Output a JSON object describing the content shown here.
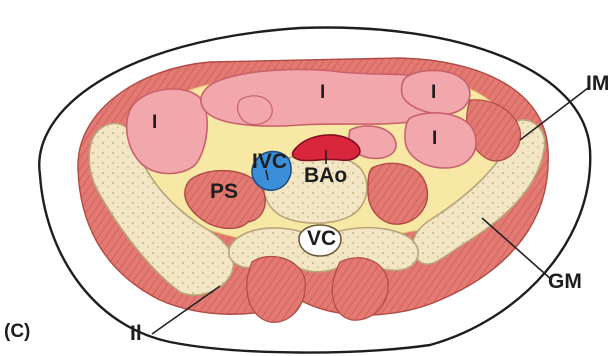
{
  "panel_label": "(C)",
  "labels": {
    "i_left": "I",
    "i_top": "I",
    "i_right_top": "I",
    "i_right_mid": "I",
    "ivc": "IVC",
    "bao": "BAo",
    "ps": "PS",
    "vc": "VC",
    "im": "IM",
    "gm": "GM",
    "il": "Il"
  },
  "colors": {
    "skin_outline": "#1e1e1e",
    "muscle": "#e27a73",
    "muscle_dark": "#c9544d",
    "intestine": "#f2a7ad",
    "intestine_edge": "#c9616b",
    "fat": "#f7e8a6",
    "bone": "#f3e6c4",
    "bone_edge": "#b9a57a",
    "ivc": "#3b8fd8",
    "aorta": "#d8263c"
  }
}
